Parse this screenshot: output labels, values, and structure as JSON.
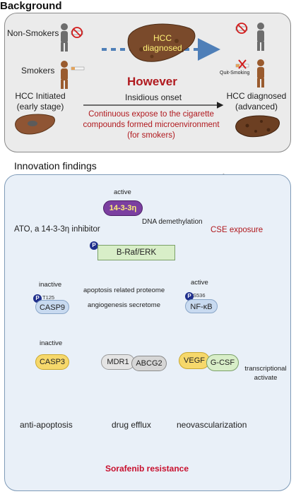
{
  "background": {
    "title": "Background",
    "non_smokers": "Non-Smokers",
    "smokers": "Smokers",
    "hcc_diagnosed_liver": "HCC\ndiagnosed",
    "however": "However",
    "quit_smoking": "Quit-Smoking",
    "hcc_initiated": "HCC Initiated\n(early stage)",
    "insidious_onset": "Insidious onset",
    "hcc_diagnosed_adv": "HCC diagnosed\n(advanced)",
    "continuous_text": "Continuous expose to the cigarette\ncompounds formed microenvironment\n(for smokers)"
  },
  "innovation": {
    "title": "Innovation findings",
    "active_top": "active",
    "protein_1433": "14-3-3η",
    "ato_label": "ATO, a 14-3-3η inhibitor",
    "dna_demethylation": "DNA demethylation",
    "cse_exposure": "CSE exposure",
    "braf_erk": "B-Raf/ERK",
    "p_label": "P",
    "inactive_1": "inactive",
    "active_2": "active",
    "apoptosis_proteome": "apoptosis related proteome",
    "angiogenesis_secretome": "angiogenesis secretome",
    "casp9": "CASP9",
    "t125": "T125",
    "nfkb": "NF-κB",
    "s536": "S536",
    "inactive_2": "inactive",
    "casp3": "CASP3",
    "mdr1": "MDR1",
    "abcg2": "ABCG2",
    "vegf": "VEGF",
    "gcsf": "G-CSF",
    "transcriptional": "transcriptional\nactivate",
    "anti_apoptosis": "anti-apoptosis",
    "drug_efflux": "drug efflux",
    "neovascularization": "neovascularization",
    "sorafenib": "Sorafenib resistance"
  },
  "colors": {
    "red_text": "#b0191e",
    "purple": "#7b3fa0",
    "yellow_pill": "#f6d86b",
    "green_box": "#d8eec8",
    "liver": "#7a4a2b"
  }
}
